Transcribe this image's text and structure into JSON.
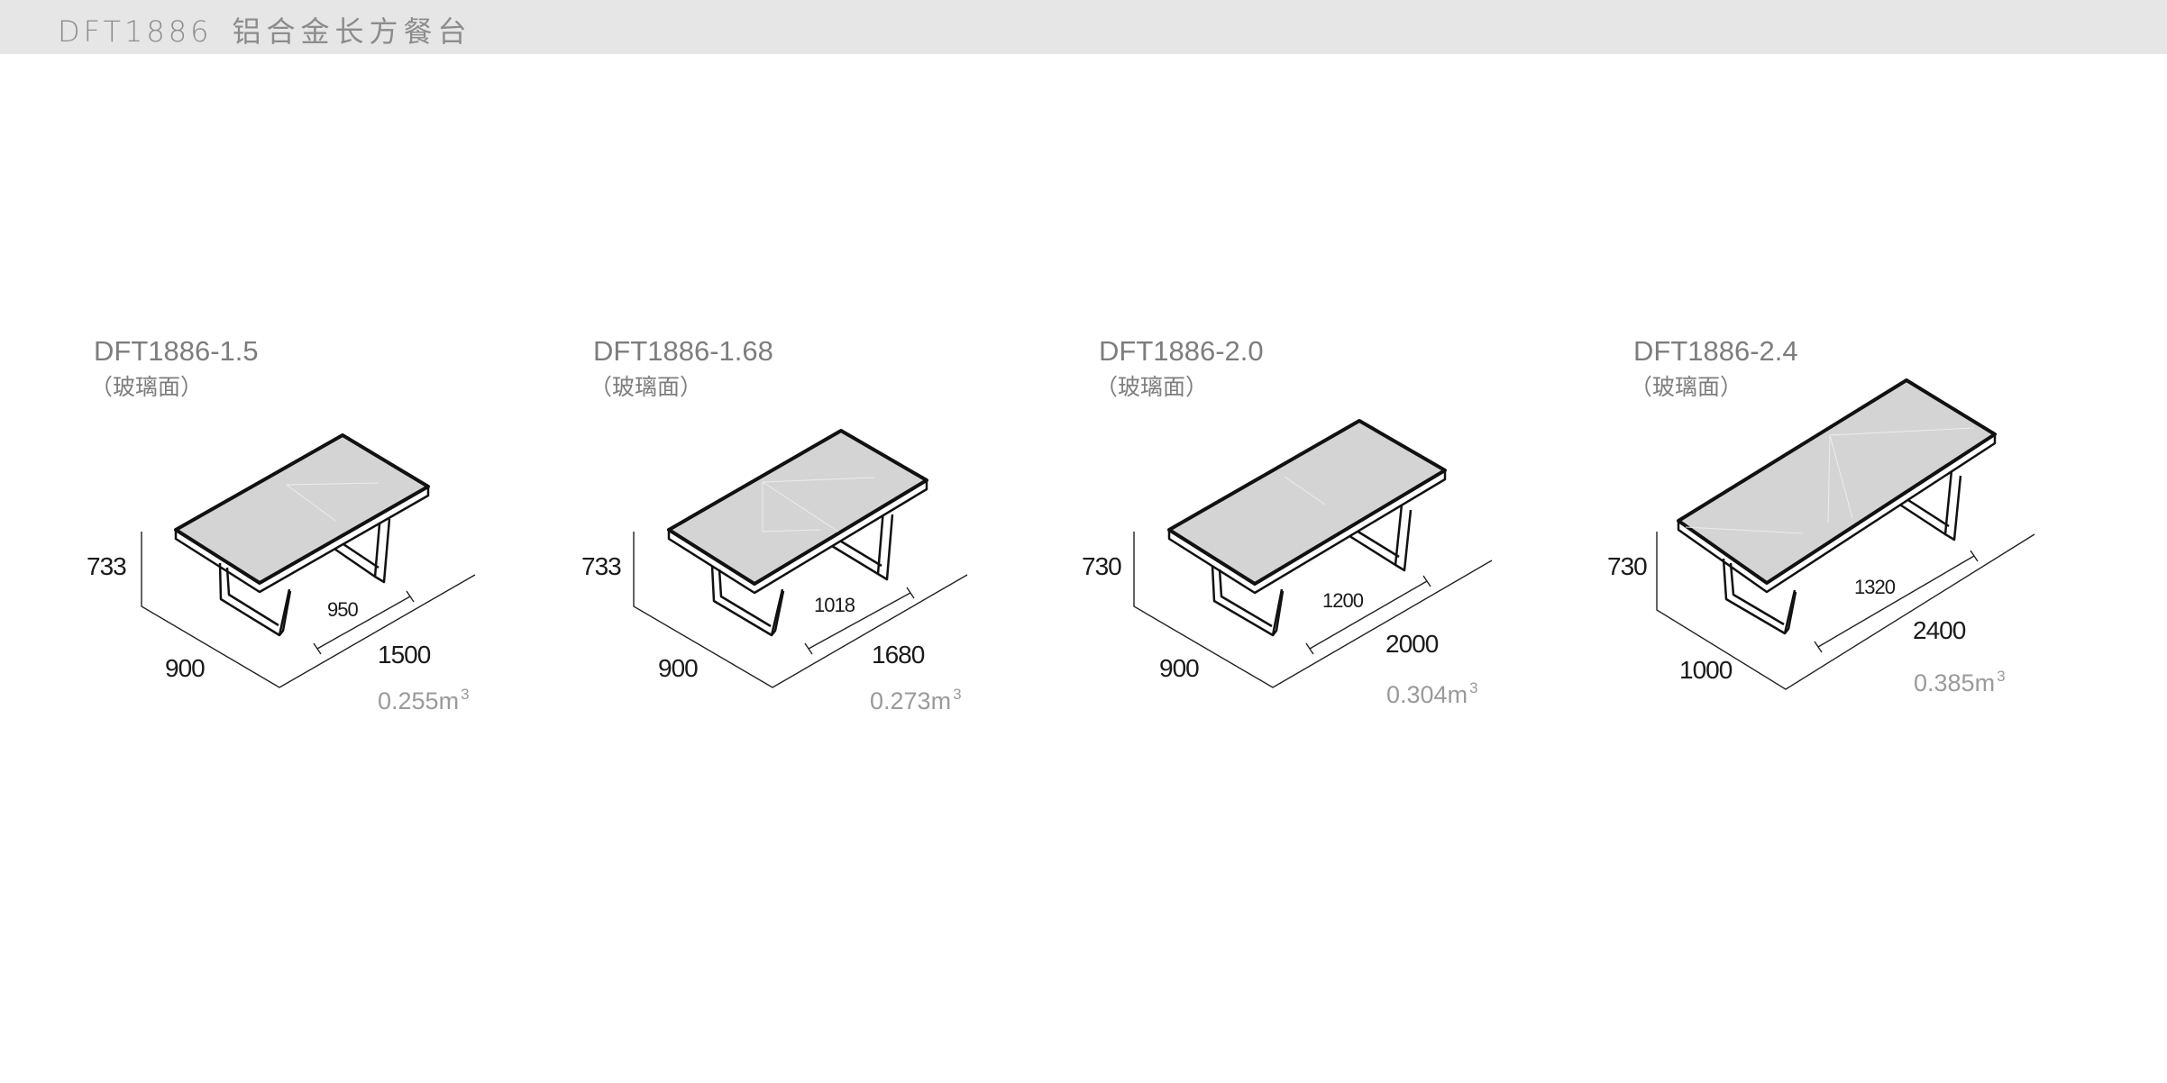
{
  "header": {
    "model_code": "DFT1886",
    "product_name": "铝合金长方餐台"
  },
  "colors": {
    "header_bg": "#e6e6e6",
    "header_text": "#8c8c8c",
    "tabletop_fill": "#d4d4d4",
    "line": "#111111",
    "volume_text": "#9a9a9a"
  },
  "tables": [
    {
      "model": "DFT1886-1.5",
      "top_material": "（玻璃面）",
      "height": "733",
      "depth": "900",
      "length": "1500",
      "leg_span": "950",
      "volume_value": "0.255m",
      "volume_exp": "3"
    },
    {
      "model": "DFT1886-1.68",
      "top_material": "（玻璃面）",
      "height": "733",
      "depth": "900",
      "length": "1680",
      "leg_span": "1018",
      "volume_value": "0.273m",
      "volume_exp": "3"
    },
    {
      "model": "DFT1886-2.0",
      "top_material": "（玻璃面）",
      "height": "730",
      "depth": "900",
      "length": "2000",
      "leg_span": "1200",
      "volume_value": "0.304m",
      "volume_exp": "3"
    },
    {
      "model": "DFT1886-2.4",
      "top_material": "（玻璃面）",
      "height": "730",
      "depth": "1000",
      "length": "2400",
      "leg_span": "1320",
      "volume_value": "0.385m",
      "volume_exp": "3"
    }
  ]
}
